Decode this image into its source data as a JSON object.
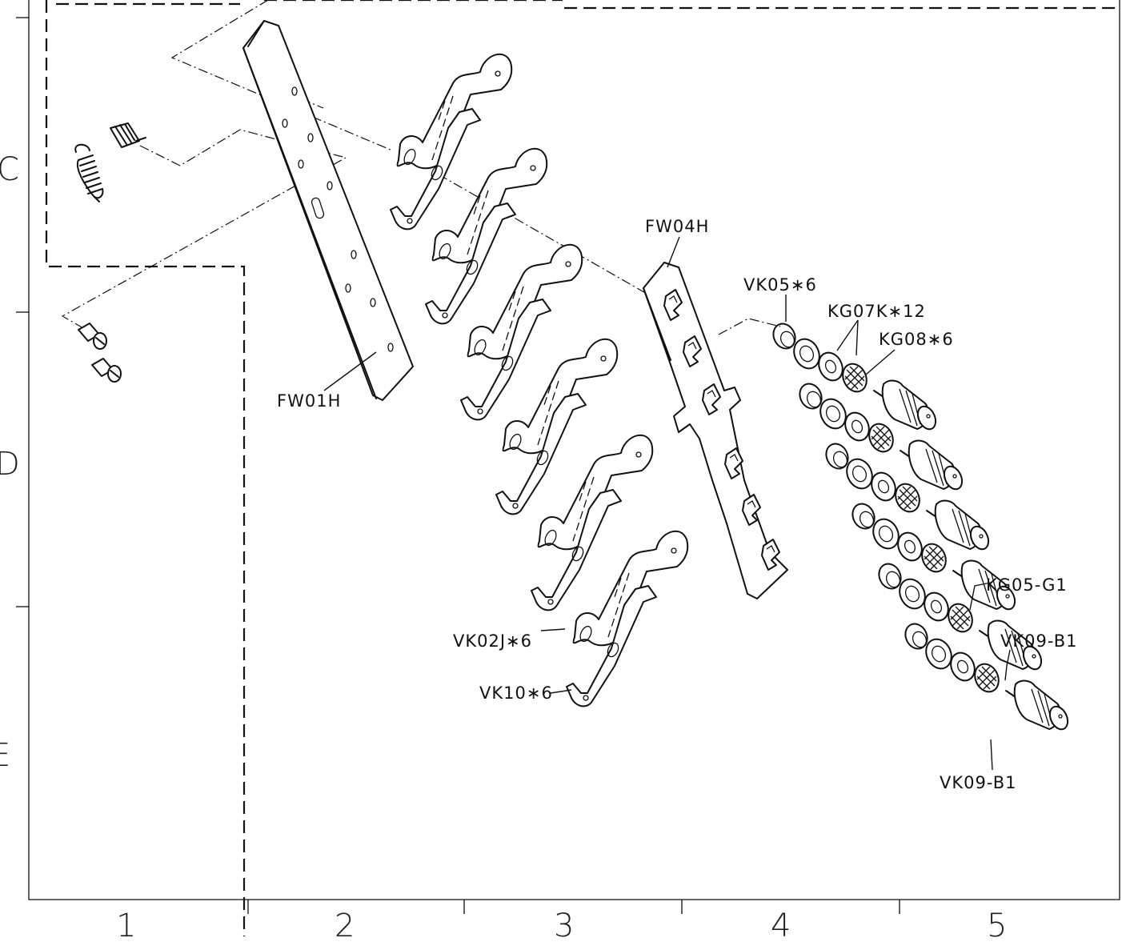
{
  "row_labels": [
    "C",
    "D",
    "E"
  ],
  "column_labels": [
    "1",
    "2",
    "3",
    "4",
    "5"
  ],
  "callouts": {
    "fw01h": "FW01H",
    "fw04h": "FW04H",
    "vk05": "VK05∗6",
    "kg07k": "KG07K∗12",
    "kg08": "KG08∗6",
    "kg05": "KG05-G1",
    "vk09_upper": "VK09-B1",
    "vk09_lower": "VK09-B1",
    "vk02j": "VK02J∗6",
    "vk10": "VK10∗6"
  }
}
